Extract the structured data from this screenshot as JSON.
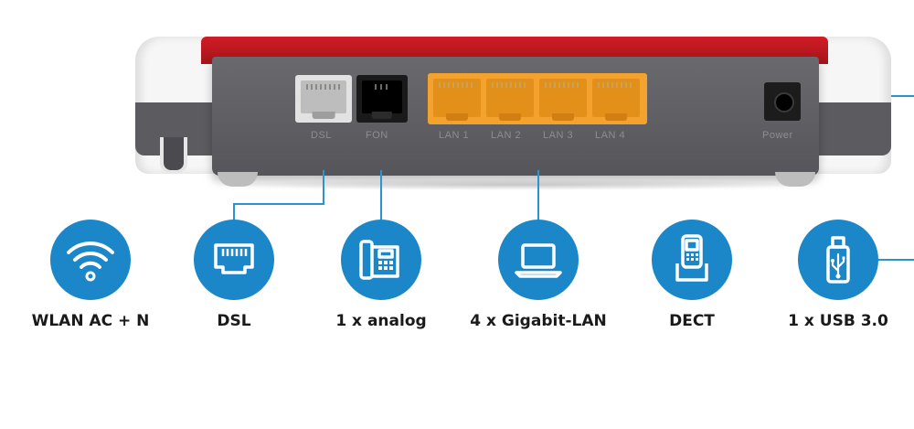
{
  "port_labels": {
    "dsl": "DSL",
    "fon": "FON",
    "lan1": "LAN 1",
    "lan2": "LAN 2",
    "lan3": "LAN 3",
    "lan4": "LAN 4",
    "power": "Power"
  },
  "features": [
    {
      "label": "WLAN AC + N",
      "icon": "wifi-icon"
    },
    {
      "label": "DSL",
      "icon": "dsl-port-icon"
    },
    {
      "label": "1 x analog",
      "icon": "phone-icon"
    },
    {
      "label": "4 x Gigabit-LAN",
      "icon": "laptop-icon"
    },
    {
      "label": "DECT",
      "icon": "cordless-phone-icon"
    },
    {
      "label": "1 x USB 3.0",
      "icon": "usb-stick-icon"
    }
  ],
  "colors": {
    "accent_blue": "#1b87c9",
    "router_red": "#c8161e",
    "lan_orange": "#f2a22d",
    "body_grey": "#5f5f63"
  }
}
